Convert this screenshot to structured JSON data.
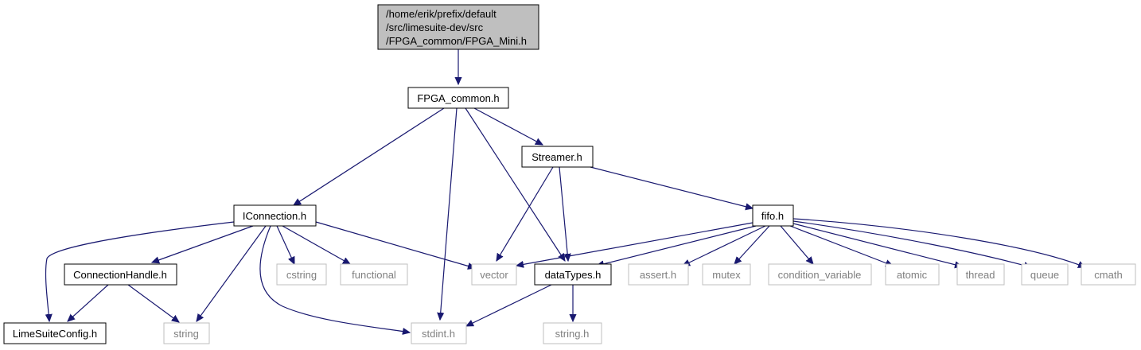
{
  "colors": {
    "edge": "#191970",
    "project_border": "#000000",
    "system_border": "#bfbfbf",
    "system_text": "#7f7f7f",
    "root_fill": "#bfbfbf"
  },
  "nodes": {
    "root": {
      "lines": [
        "/home/erik/prefix/default",
        "/src/limesuite-dev/src",
        "/FPGA_common/FPGA_Mini.h"
      ],
      "kind": "root"
    },
    "fpga_common": {
      "label": "FPGA_common.h",
      "kind": "project"
    },
    "streamer": {
      "label": "Streamer.h",
      "kind": "project"
    },
    "iconnection": {
      "label": "IConnection.h",
      "kind": "project"
    },
    "fifo": {
      "label": "fifo.h",
      "kind": "project"
    },
    "connectionhandle": {
      "label": "ConnectionHandle.h",
      "kind": "project"
    },
    "datatypes": {
      "label": "dataTypes.h",
      "kind": "project"
    },
    "limesuiteconfig": {
      "label": "LimeSuiteConfig.h",
      "kind": "project"
    },
    "string": {
      "label": "string",
      "kind": "system"
    },
    "stdint": {
      "label": "stdint.h",
      "kind": "system"
    },
    "cstring": {
      "label": "cstring",
      "kind": "system"
    },
    "functional": {
      "label": "functional",
      "kind": "system"
    },
    "vector": {
      "label": "vector",
      "kind": "system"
    },
    "assert": {
      "label": "assert.h",
      "kind": "system"
    },
    "mutex": {
      "label": "mutex",
      "kind": "system"
    },
    "condition_variable": {
      "label": "condition_variable",
      "kind": "system"
    },
    "atomic": {
      "label": "atomic",
      "kind": "system"
    },
    "thread": {
      "label": "thread",
      "kind": "system"
    },
    "queue": {
      "label": "queue",
      "kind": "system"
    },
    "cmath": {
      "label": "cmath",
      "kind": "system"
    },
    "string_h": {
      "label": "string.h",
      "kind": "system"
    }
  },
  "edges": [
    [
      "root",
      "fpga_common"
    ],
    [
      "fpga_common",
      "iconnection"
    ],
    [
      "fpga_common",
      "stdint"
    ],
    [
      "fpga_common",
      "datatypes"
    ],
    [
      "fpga_common",
      "streamer"
    ],
    [
      "streamer",
      "vector"
    ],
    [
      "streamer",
      "datatypes"
    ],
    [
      "streamer",
      "fifo"
    ],
    [
      "iconnection",
      "limesuiteconfig"
    ],
    [
      "iconnection",
      "connectionhandle"
    ],
    [
      "iconnection",
      "string"
    ],
    [
      "iconnection",
      "stdint"
    ],
    [
      "iconnection",
      "cstring"
    ],
    [
      "iconnection",
      "functional"
    ],
    [
      "iconnection",
      "vector"
    ],
    [
      "connectionhandle",
      "limesuiteconfig"
    ],
    [
      "connectionhandle",
      "string"
    ],
    [
      "datatypes",
      "stdint"
    ],
    [
      "datatypes",
      "string_h"
    ],
    [
      "fifo",
      "vector"
    ],
    [
      "fifo",
      "datatypes"
    ],
    [
      "fifo",
      "assert"
    ],
    [
      "fifo",
      "mutex"
    ],
    [
      "fifo",
      "condition_variable"
    ],
    [
      "fifo",
      "atomic"
    ],
    [
      "fifo",
      "thread"
    ],
    [
      "fifo",
      "queue"
    ],
    [
      "fifo",
      "cmath"
    ]
  ]
}
